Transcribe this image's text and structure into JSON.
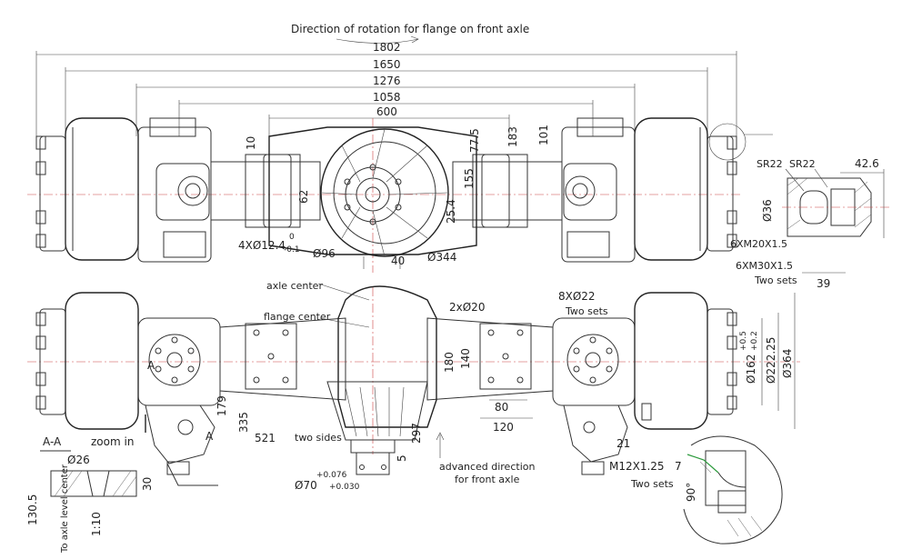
{
  "title": "Direction of rotation for flange on front axle",
  "top_dims": {
    "d1802": "1802",
    "d1650": "1650",
    "d1276": "1276",
    "d1058": "1058",
    "d600": "600"
  },
  "top_labels": {
    "d10": "10",
    "d77_5": "77.5",
    "d183": "183",
    "d101": "101",
    "d62": "62",
    "d155": "155",
    "d25_4": "25.4",
    "holes": "4XØ12.4",
    "hole_tol_up": "0",
    "hole_tol_dn": "-0.1",
    "d96": "Ø96",
    "d40": "40",
    "d344": "Ø344"
  },
  "hub_detail": {
    "sr22a": "SR22",
    "sr22b": "SR22",
    "d42_6": "42.6",
    "d36": "Ø36",
    "m20": "6XM20X1.5",
    "m30": "6XM30X1.5",
    "two_sets": "Two sets",
    "d39": "39"
  },
  "front_view": {
    "axle_center": "axle center",
    "flange_center": "flange center",
    "d2x20": "2xØ20",
    "d8x22": "8XØ22",
    "two_sets": "Two sets",
    "d180": "180",
    "d140": "140",
    "d80": "80",
    "d120": "120",
    "d162": "Ø162",
    "d162_tol_a": "+0.5",
    "d162_tol_b": "+0.2",
    "d222": "Ø222.25",
    "d364": "Ø364",
    "d179": "179",
    "d335": "335",
    "d521": "521",
    "two_sides": "two sides",
    "d297": "297",
    "d5": "5",
    "d70": "Ø70",
    "d70_tol_a": "+0.076",
    "d70_tol_b": "+0.030",
    "adv_dir_1": "advanced direction",
    "adv_dir_2": "for front axle",
    "d21": "21",
    "m12": "M12X1.25",
    "m12_depth": "7",
    "two_sets_2": "Two sets",
    "a_left": "A",
    "a_right": "A"
  },
  "section_aa": {
    "title": "A-A",
    "zoom": "zoom in",
    "d26": "Ø26",
    "d30": "30",
    "d130_5": "130.5",
    "to_axle": "To axle level center",
    "taper": "1:10"
  },
  "corner_detail": {
    "angle": "90°"
  },
  "colors": {
    "line": "#333333",
    "center": "#cc4444",
    "highlight": "#2c9a3c"
  }
}
